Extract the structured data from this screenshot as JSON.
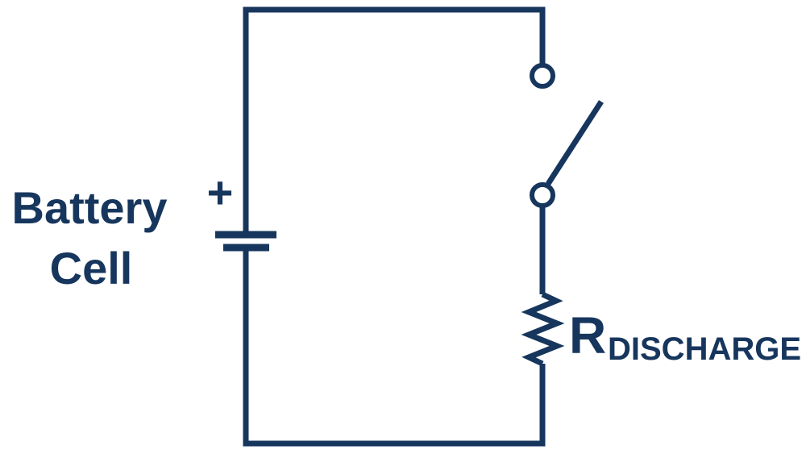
{
  "diagram": {
    "type": "circuit-schematic",
    "colors": {
      "line": "#17365d",
      "text": "#17365d",
      "background": "#ffffff"
    },
    "battery": {
      "label_line1": "Battery",
      "label_line2": "Cell",
      "polarity": "+"
    },
    "switch": {
      "state": "open"
    },
    "resistor": {
      "label": "R",
      "subscript": "DISCHARGE"
    }
  }
}
